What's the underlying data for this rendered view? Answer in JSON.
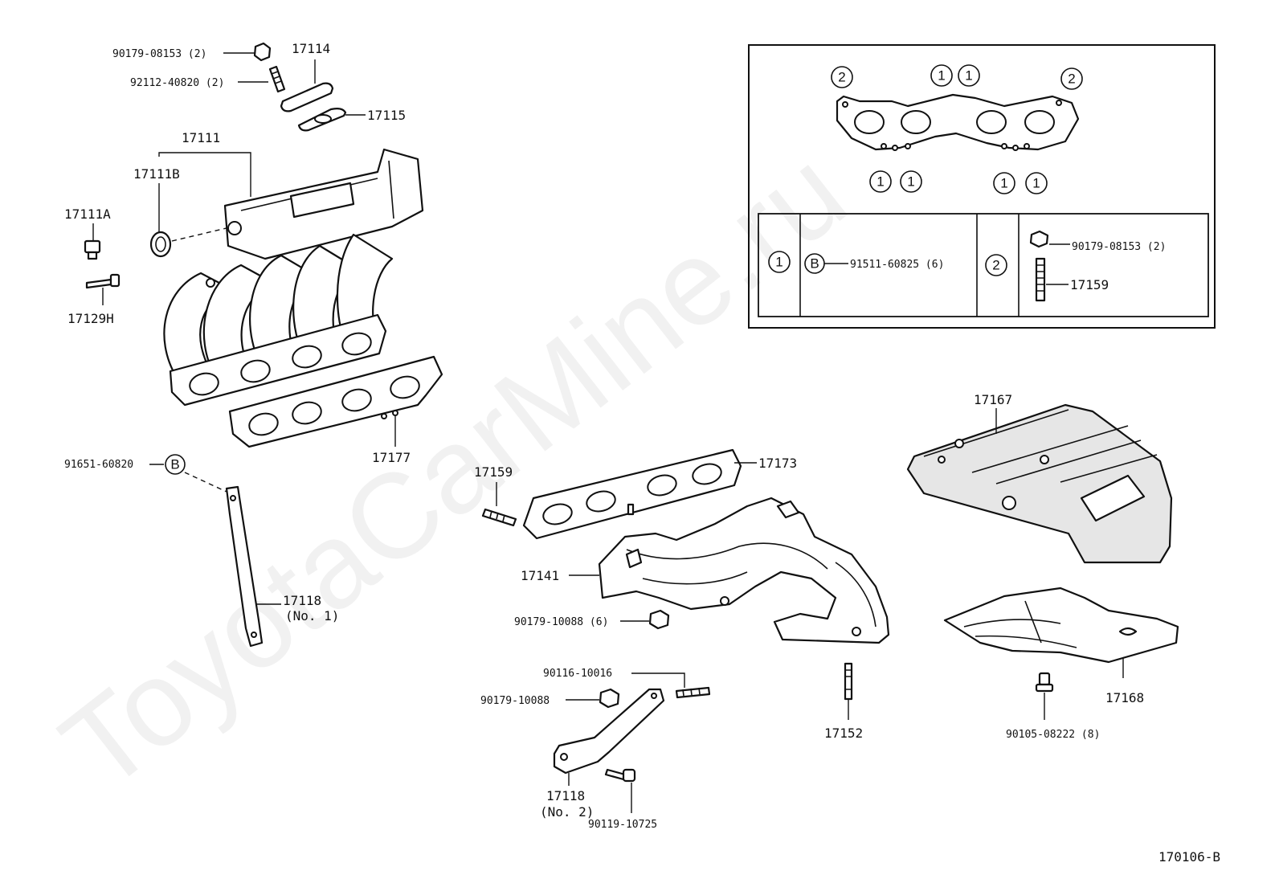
{
  "watermark": "ToyotaCarMine.ru",
  "diagram_code": "170106-B",
  "labels": {
    "p90179_08153_top": "90179-08153 (2)",
    "p17114": "17114",
    "p92112_40820": "92112-40820 (2)",
    "p17115": "17115",
    "p17111": "17111",
    "p17111B": "17111B",
    "p17111A": "17111A",
    "p17129H": "17129H",
    "p17177": "17177",
    "p91651_60820": "91651-60820",
    "p17118_no1": "17118",
    "p17118_no1_sub": "(No. 1)",
    "p17159": "17159",
    "p17173": "17173",
    "p17141": "17141",
    "p90179_10088_6": "90179-10088 (6)",
    "p90116_10016": "90116-10016",
    "p90179_10088": "90179-10088",
    "p17118_no2": "17118",
    "p17118_no2_sub": "(No. 2)",
    "p90119_10725": "90119-10725",
    "p17152": "17152",
    "p17167": "17167",
    "p17168": "17168",
    "p90105_08222": "90105-08222 (8)"
  },
  "markers": {
    "one": "1",
    "two": "2",
    "b": "B"
  },
  "inset": {
    "table_b_part": "91511-60825 (6)",
    "table_nut_part": "90179-08153 (2)",
    "table_stud_part": "17159"
  }
}
